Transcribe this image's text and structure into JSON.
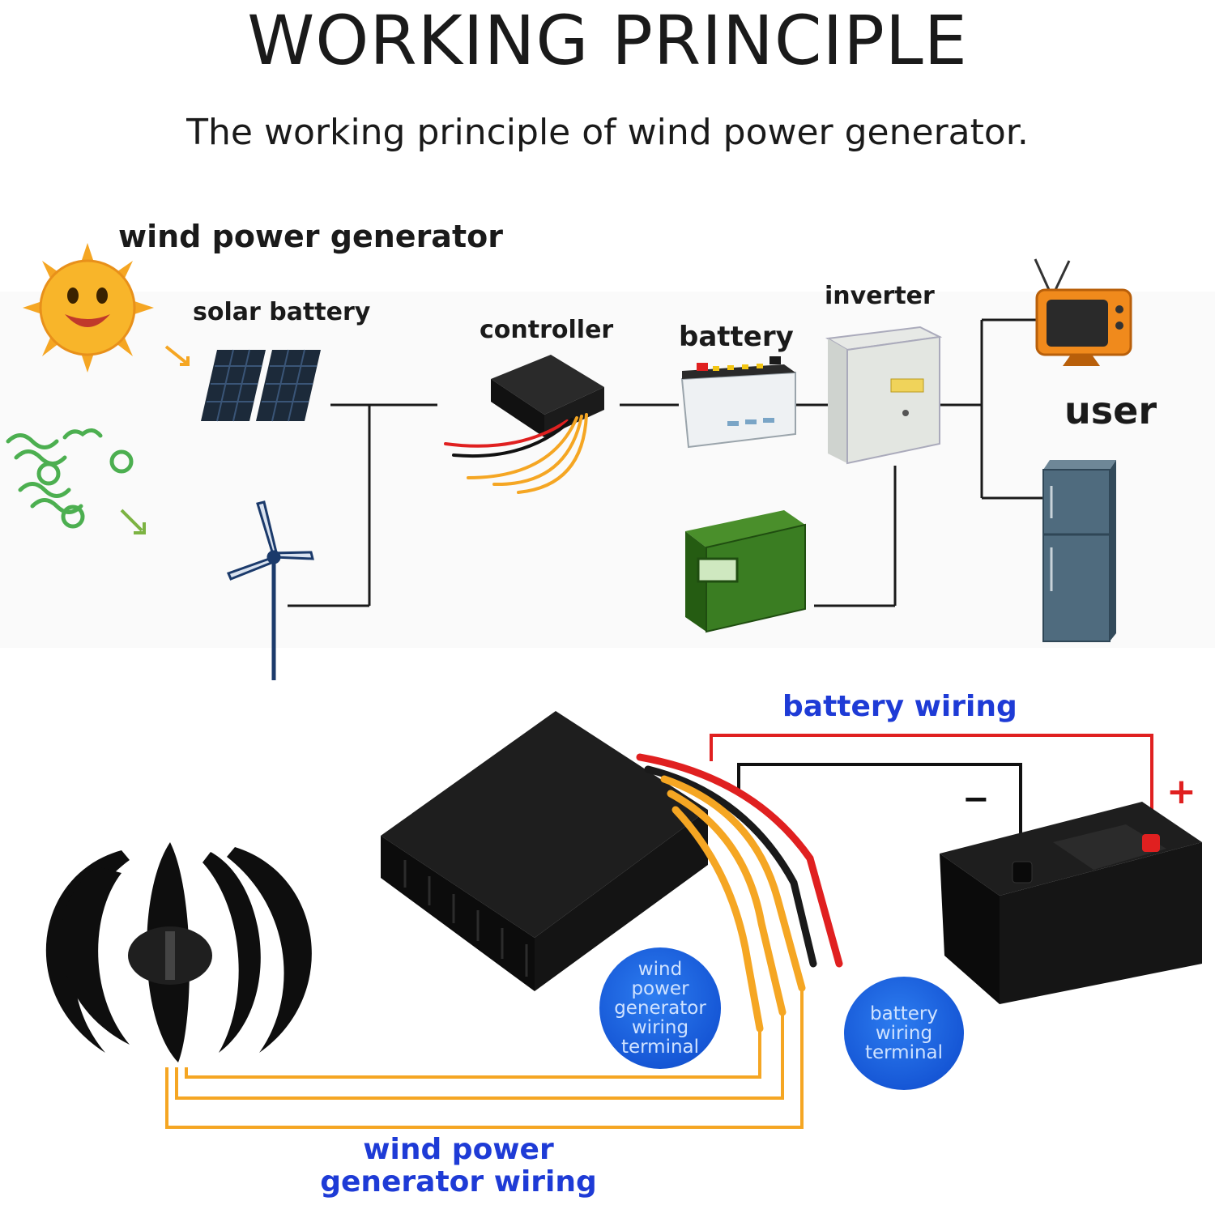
{
  "header": {
    "title": "WORKING PRINCIPLE",
    "subtitle": "The working principle of wind power generator."
  },
  "top_diagram": {
    "label_wind_generator": "wind power generator",
    "label_solar": "solar battery",
    "label_controller": "controller",
    "label_battery": "battery",
    "label_inverter": "inverter",
    "label_user": "user",
    "icons": [
      "sun-icon",
      "wind-gust-icon",
      "solar-panel-icon",
      "wind-turbine-icon",
      "controller-box-icon",
      "battery-icon",
      "inverter-icon",
      "backup-battery-icon",
      "tv-icon",
      "refrigerator-icon"
    ]
  },
  "bottom_diagram": {
    "label_battery_wiring": "battery wiring",
    "label_generator_wiring": "wind power generator wiring",
    "plus_sign": "+",
    "minus_sign": "−",
    "badge_wind_terminal": [
      "wind",
      "power",
      "generator",
      "wiring",
      "terminal"
    ],
    "badge_battery_terminal": [
      "battery",
      "wiring",
      "terminal"
    ],
    "colors": {
      "wire_red": "#e02020",
      "wire_black": "#111111",
      "wire_yellow": "#f5a623",
      "label_blue": "#1e3bd6",
      "badge_blue": "#1657d6"
    }
  }
}
